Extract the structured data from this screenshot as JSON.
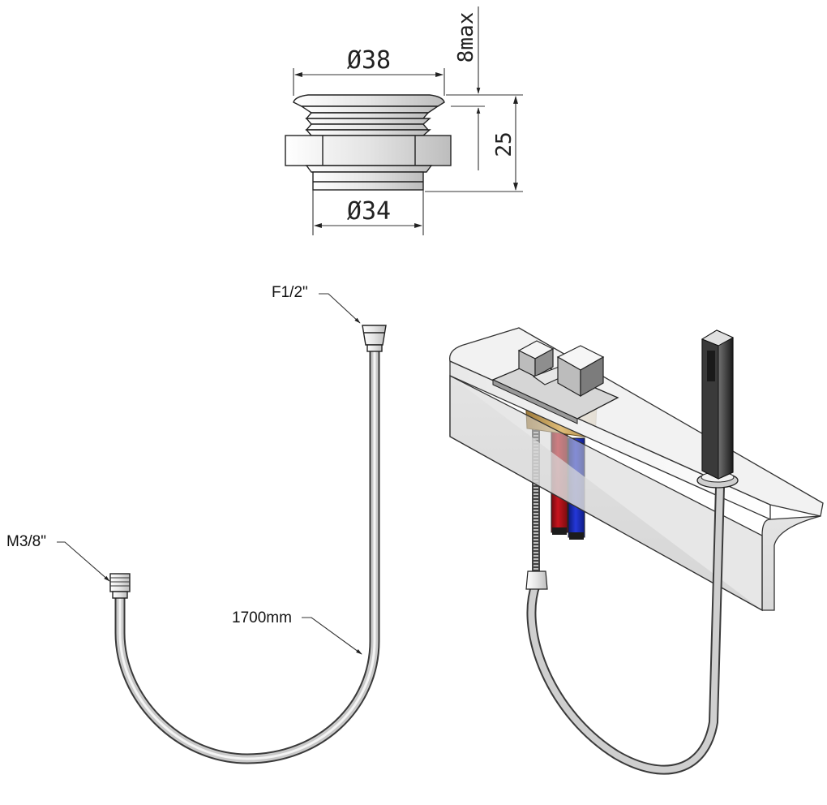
{
  "waste_drawing": {
    "top_diameter": "Ø38",
    "bottom_diameter": "Ø34",
    "flange_height": "8max",
    "total_height": "25"
  },
  "hose_drawing": {
    "top_fitting": "F1/2\"",
    "bottom_fitting": "M3/8\"",
    "length": "1700mm"
  },
  "colors": {
    "hot_pipe": "#b3121a",
    "cold_pipe": "#1b2fc9",
    "brass": "#c9a25c",
    "deck": "#d9d9d9"
  }
}
